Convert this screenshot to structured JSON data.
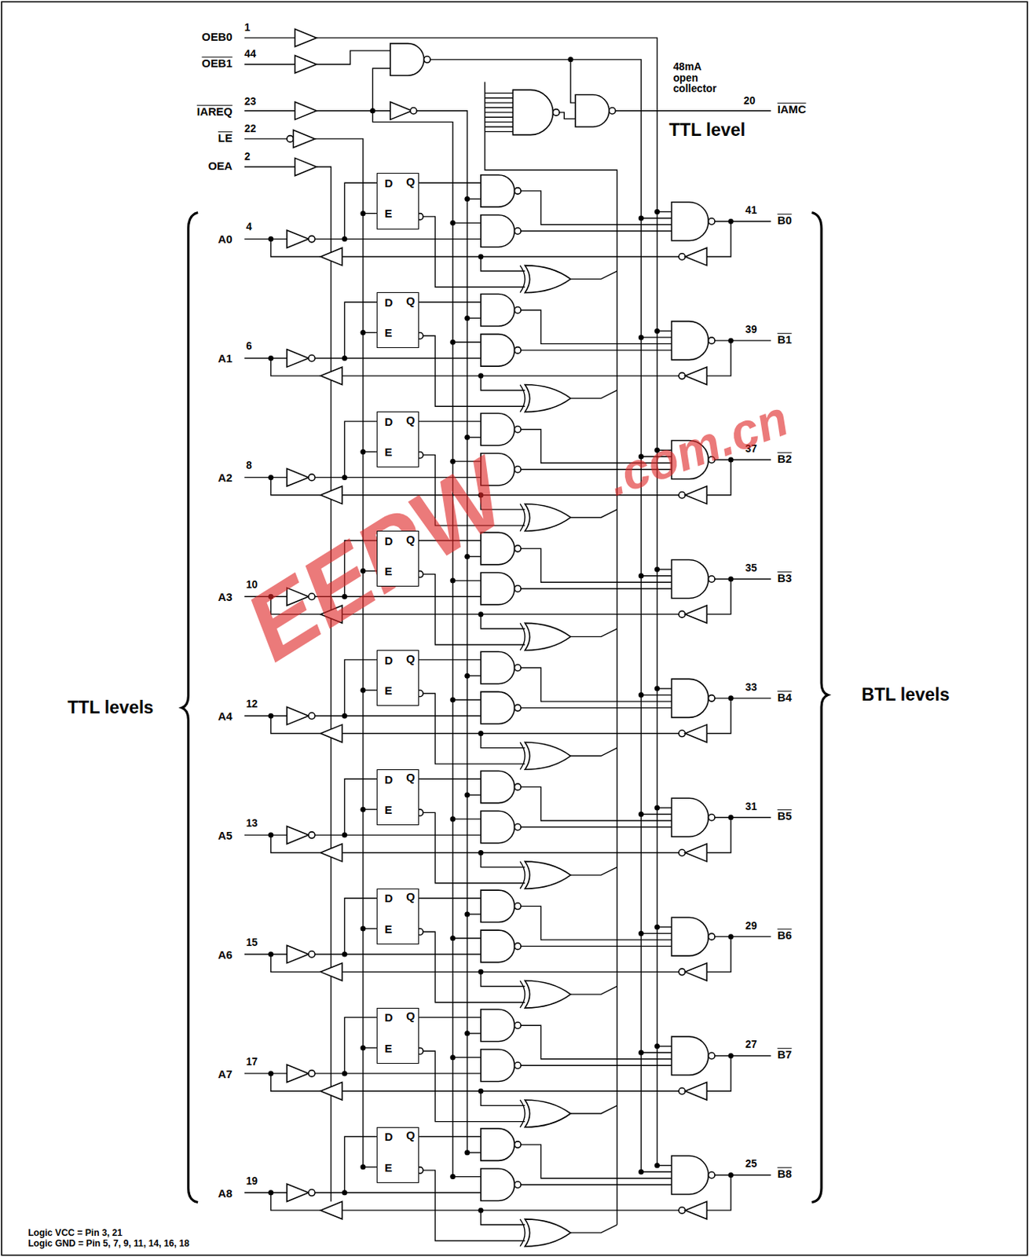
{
  "diagram": {
    "nodes": [
      {
        "text": [
          "D",
          "Q",
          "E"
        ]
      },
      {
        "text": [
          "D",
          "Q",
          "E"
        ]
      },
      {
        "text": [
          "D",
          "Q",
          "E"
        ]
      },
      {
        "text": [
          "D",
          "Q",
          "E"
        ]
      },
      {
        "text": [
          "D",
          "Q",
          "E"
        ]
      },
      {
        "text": [
          "D",
          "Q",
          "E"
        ]
      },
      {
        "text": [
          "D",
          "Q",
          "E"
        ]
      },
      {
        "text": [
          "D",
          "Q",
          "E"
        ]
      },
      {
        "text": [
          "D",
          "Q",
          "E"
        ]
      }
    ],
    "labels": [
      "OEB0",
      "1",
      "OEB1",
      "44",
      "IAREQ",
      "23",
      "LE",
      "22",
      "OEA",
      "2",
      "48mA open collector",
      "20",
      "IAMC",
      "TTL level",
      "A0",
      "4",
      "41",
      "B0",
      "A1",
      "6",
      "39",
      "B1",
      "A2",
      "8",
      "37",
      "B2",
      "A3",
      "10",
      "35",
      "B3",
      "A4",
      "12",
      "33",
      "B4",
      "A5",
      "13",
      "31",
      "B5",
      "A6",
      "15",
      "29",
      "B6",
      "A7",
      "17",
      "27",
      "B7",
      "A8",
      "19",
      "25",
      "B8",
      "TTL levels",
      "BTL levels",
      "Logic VCC = Pin 3, 21",
      "Logic GND = Pin 5, 7, 9, 11, 14, 16, 18",
      "EEPW",
      ".com.cn"
    ]
  }
}
